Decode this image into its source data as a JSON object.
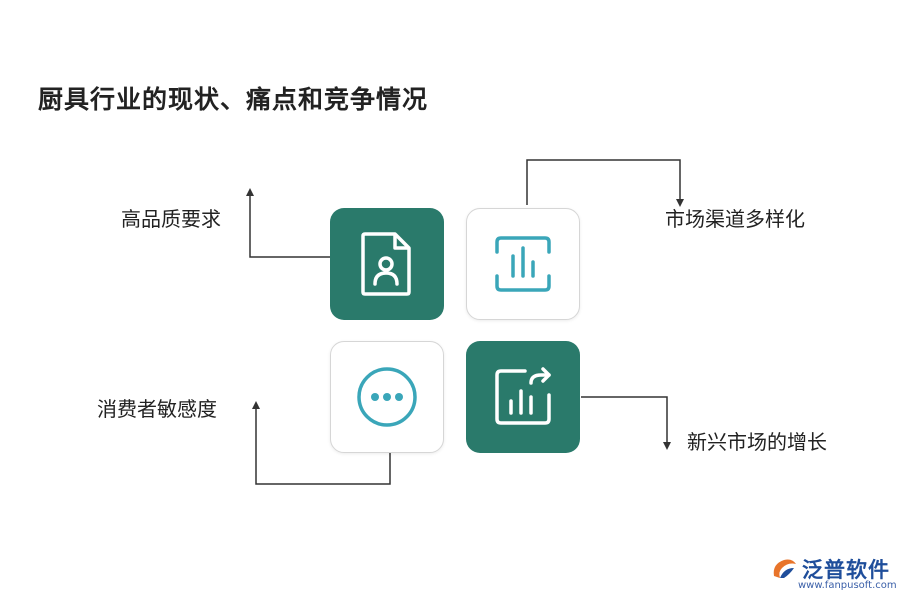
{
  "title": "厨具行业的现状、痛点和竞争情况",
  "labels": {
    "top_left": "高品质要求",
    "top_right": "市场渠道多样化",
    "bottom_left": "消费者敏感度",
    "bottom_right": "新兴市场的增长"
  },
  "tiles": [
    {
      "icon": "document-user-icon",
      "style": "dark"
    },
    {
      "icon": "bar-scan-icon",
      "style": "light"
    },
    {
      "icon": "more-dots-icon",
      "style": "light"
    },
    {
      "icon": "chart-export-icon",
      "style": "dark"
    }
  ],
  "colors": {
    "dark_tile": "#2a7a6b",
    "accent_icon": "#3aa6b9",
    "line": "#333333"
  },
  "logo": {
    "name": "泛普软件",
    "url": "www.fanpusoft.com"
  }
}
